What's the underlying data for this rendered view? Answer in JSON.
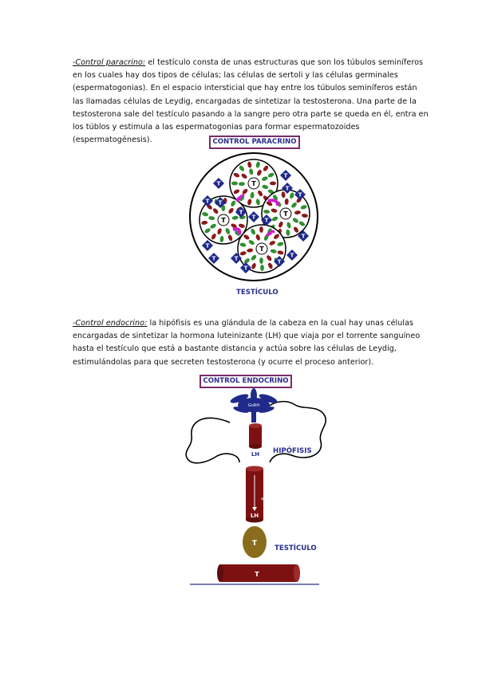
{
  "paragraphs": [
    {
      "lead": "-Control paracrino:",
      "text": " el testículo consta de unas estructuras que son los túbulos seminíferos en los cuales hay dos tipos de células; las células de sertoli y las células germinales (espermatogonias). En el espacio intersticial que hay entre los túbulos seminíferos están las llamadas células de Leydig, encargadas de sintetizar la testosterona. Una parte de la testosterona sale del testículo pasando a la sangre pero otra parte se queda en él, entra en los túblos y estimula a las espermatogonias para formar espermatozoides (espermatogénesis)."
    },
    {
      "lead": "-Control endocrino:",
      "text": " la hipófisis es una glándula de la cabeza en la cual hay unas células encargadas de sintetizar la hormona luteinizante (LH) que viaja por el torrente sanguíneo hasta el testículo que está a bastante distancia y actúa sobre las células de Leydig, estimulándolas para que secreten testosterona (y ocurre el proceso anterior)."
    }
  ],
  "figure1": {
    "title": "CONTROL PARACRINO",
    "caption": "TESTÍCULO",
    "marker": "T"
  },
  "figure2": {
    "title": "CONTROL ENDOCRINO",
    "gnrh": "GnRH",
    "lh_top": "LH",
    "lh_bottom": "LH",
    "plus": "+",
    "hipofisis": "HIPÓFISIS",
    "testiculo": "TESTÍCULO",
    "t_oval": "T",
    "t_vessel": "T"
  },
  "colors": {
    "frame": "#7a2c6a",
    "label": "#2b2e8c",
    "diamond": "#1f2a8a",
    "cell_red": "#8b1a1a",
    "cell_green": "#2f8f2f",
    "magenta": "#d21ad2",
    "vessel": "#7d1111",
    "oval": "#8a6d1c"
  }
}
